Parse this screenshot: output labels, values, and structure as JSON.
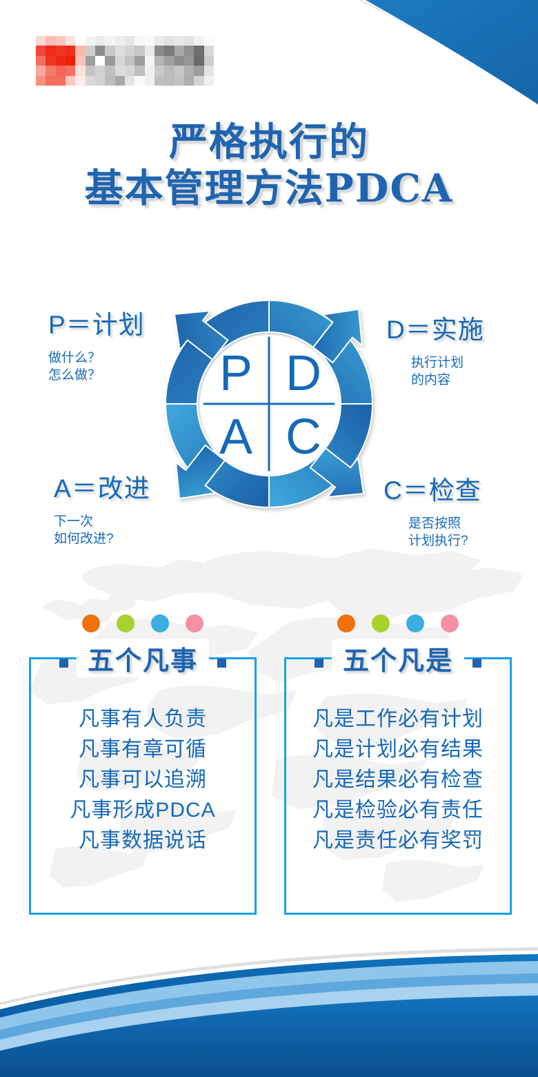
{
  "header": {
    "logo": "redacted-company-logo",
    "logo_note": "pixelated"
  },
  "title": {
    "line1": "严格执行的",
    "line2": "基本管理方法PDCA"
  },
  "wheel": {
    "center_letters": [
      "P",
      "D",
      "A",
      "C"
    ],
    "quadrants": {
      "top_left": "P",
      "top_right": "D",
      "bottom_left": "A",
      "bottom_right": "C"
    },
    "labels": [
      {
        "key": "P",
        "head": "P＝计划",
        "sub1": "做什么？",
        "sub2": "怎么做？"
      },
      {
        "key": "D",
        "head": "D＝实施",
        "sub1": "执行计划",
        "sub2": "的内容"
      },
      {
        "key": "A",
        "head": "A＝改进",
        "sub1": "下一次",
        "sub2": "如何改进?"
      },
      {
        "key": "C",
        "head": "C＝检查",
        "sub1": "是否按照",
        "sub2": "计划执行?"
      }
    ]
  },
  "panels": [
    {
      "title": "五个凡事",
      "dots": [
        "#F0700A",
        "#A8D32F",
        "#3BAEE2",
        "#F590A6"
      ],
      "items": [
        "凡事有人负责",
        "凡事有章可循",
        "凡事可以追溯",
        "凡事形成PDCA",
        "凡事数据说话"
      ]
    },
    {
      "title": "五个凡是",
      "dots": [
        "#F0700A",
        "#A8D32F",
        "#3BAEE2",
        "#F590A6"
      ],
      "items": [
        "凡是工作必有计划",
        "凡是计划必有结果",
        "凡是结果必有检查",
        "凡是检验必有责任",
        "凡是责任必有奖罚"
      ]
    }
  ],
  "colors": {
    "brand_blue": "#1F64B0",
    "text_blue": "#1669B8",
    "frame_blue": "#18A1E5",
    "wave_dark": "#0E66AC",
    "wave_mid": "#2F8DD0",
    "wave_light": "#8FC6EC",
    "background": "#FFFFFF",
    "map_watermark": "#EDEDED"
  }
}
